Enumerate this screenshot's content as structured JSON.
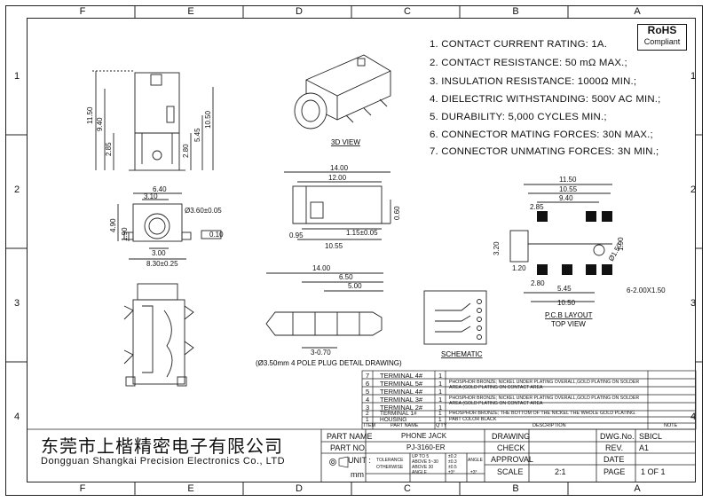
{
  "zones_top": [
    "F",
    "E",
    "D",
    "C",
    "B",
    "A"
  ],
  "zones_side": [
    "1",
    "2",
    "3",
    "4"
  ],
  "rohs": {
    "line1": "RoHS",
    "line2": "Compliant"
  },
  "specs": [
    "1. CONTACT CURRENT RATING: 1A.",
    "2. CONTACT RESISTANCE: 50 mΩ MAX.;",
    "3. INSULATION RESISTANCE: 1000Ω MIN.;",
    "4. DIELECTRIC WITHSTANDING: 500V AC MIN.;",
    "5. DURABILITY: 5,000 CYCLES MIN.;",
    "6. CONNECTOR MATING FORCES: 30N   MAX.;",
    "7. CONNECTOR UNMATING FORCES: 3N MIN.;"
  ],
  "views": {
    "view3d": "3D VIEW",
    "pcb": "P.C.B LAYOUT",
    "pcb_sub": "TOP VIEW",
    "schematic": "SCHEMATIC",
    "plug": "(Ø3.50mm 4 POLE PLUG DETAIL DRAWING)"
  },
  "dims": {
    "side_h1": "11.50",
    "side_h2": "9.40",
    "side_h3": "10.50",
    "side_h4": "5.45",
    "side_h5": "2.85",
    "side_h6": "2.80",
    "front_w1": "6.40",
    "front_w2": "3.10",
    "front_hole": "Ø3.60±0.05",
    "front_h1": "4.90",
    "front_h2": "1.90",
    "front_w3": "3.00",
    "front_w4": "8.30±0.25",
    "front_tol": "0.10",
    "top_w1": "14.00",
    "top_w2": "12.00",
    "top_h": "0.60",
    "top_a": "0.95",
    "top_b": "1.15±0.05",
    "top_c": "10.55",
    "pcb_w1": "11.50",
    "pcb_w2": "10.55",
    "pcb_w3": "9.40",
    "pcb_a": "2.85",
    "pcb_h1": "1.90",
    "pcb_hole": "Ø1.50",
    "pcb_h2": "3.20",
    "pcb_b": "1.20",
    "pcb_c": "2.80",
    "pcb_d": "5.45",
    "pcb_e": "10.50",
    "pcb_slot": "6-2.00X1.50",
    "plug_w": "14.00",
    "plug_a": "6.50",
    "plug_b": "5.00",
    "plug_c": "3-0.70"
  },
  "bom": [
    {
      "no": "7",
      "name": "TERMINAL 4#",
      "qty": "1",
      "mat": ""
    },
    {
      "no": "6",
      "name": "TERMINAL 5#",
      "qty": "1",
      "mat": "PHOSPHOR BRONZE; NICKEL UNDER PLATING OVERALL,GOLD PLATING ON SOLDER AREA (GOLD PLATING ON CONTACT AREA"
    },
    {
      "no": "5",
      "name": "TERMINAL 4#",
      "qty": "1",
      "mat": ""
    },
    {
      "no": "4",
      "name": "TERMINAL 3#",
      "qty": "1",
      "mat": "PHOSPHOR BRONZE; NICKEL UNDER PLATING OVERALL,GOLD PLATING ON SOLDER AREA (GOLD PLATING ON CONTACT AREA"
    },
    {
      "no": "3",
      "name": "TERMINAL 2#",
      "qty": "1",
      "mat": ""
    },
    {
      "no": "2",
      "name": "TERMINAL 1#",
      "qty": "1",
      "mat": "PHOSPHOR BRONZE; THE BOTTOM OF THE NICKEL THE WHOLE GOLD PLATING."
    },
    {
      "no": "1",
      "name": "HOUSING",
      "qty": "1",
      "mat": "PABT  COLOR BLACK"
    }
  ],
  "bom_head": {
    "item": "ITEM",
    "part": "PART NAME",
    "qty": "Q'TY",
    "desc": "DESCRIPTION",
    "note": "NOTE"
  },
  "title_block": {
    "company_cn": "东莞市上楷精密电子有限公司",
    "company_en": "Dongguan Shangkai Precision Electronics Co., LTD",
    "part_name_label": "PART NAME",
    "part_name": "PHONE JACK",
    "part_no_label": "PART NO.",
    "part_no": "PJ-3160-ER",
    "unit_label": "UNIT :",
    "unit": "mm",
    "tol_label": "TOLERANCE",
    "tol_other": "OTHERWISE",
    "tol1": "UP TO 5",
    "tol1v": "±0.2",
    "tol2": "ABOVE 5~30",
    "tol2v": "±0.3",
    "tol3": "ABOVE 30",
    "tol3v": "±0.5",
    "angle_label": "ANGLE",
    "angle_v": "±3°",
    "angle2": "ANGLE",
    "drawing": "DRAWING",
    "check": "CHECK",
    "approval": "APPROVAL",
    "scale": "SCALE",
    "scale_v": "2:1",
    "dwg_no": "DWG.No.",
    "dwg_v": "SBICL",
    "rev": "REV.",
    "rev_v": "A1",
    "date": "DATE",
    "page": "PAGE",
    "page_v": "1 OF 1"
  }
}
